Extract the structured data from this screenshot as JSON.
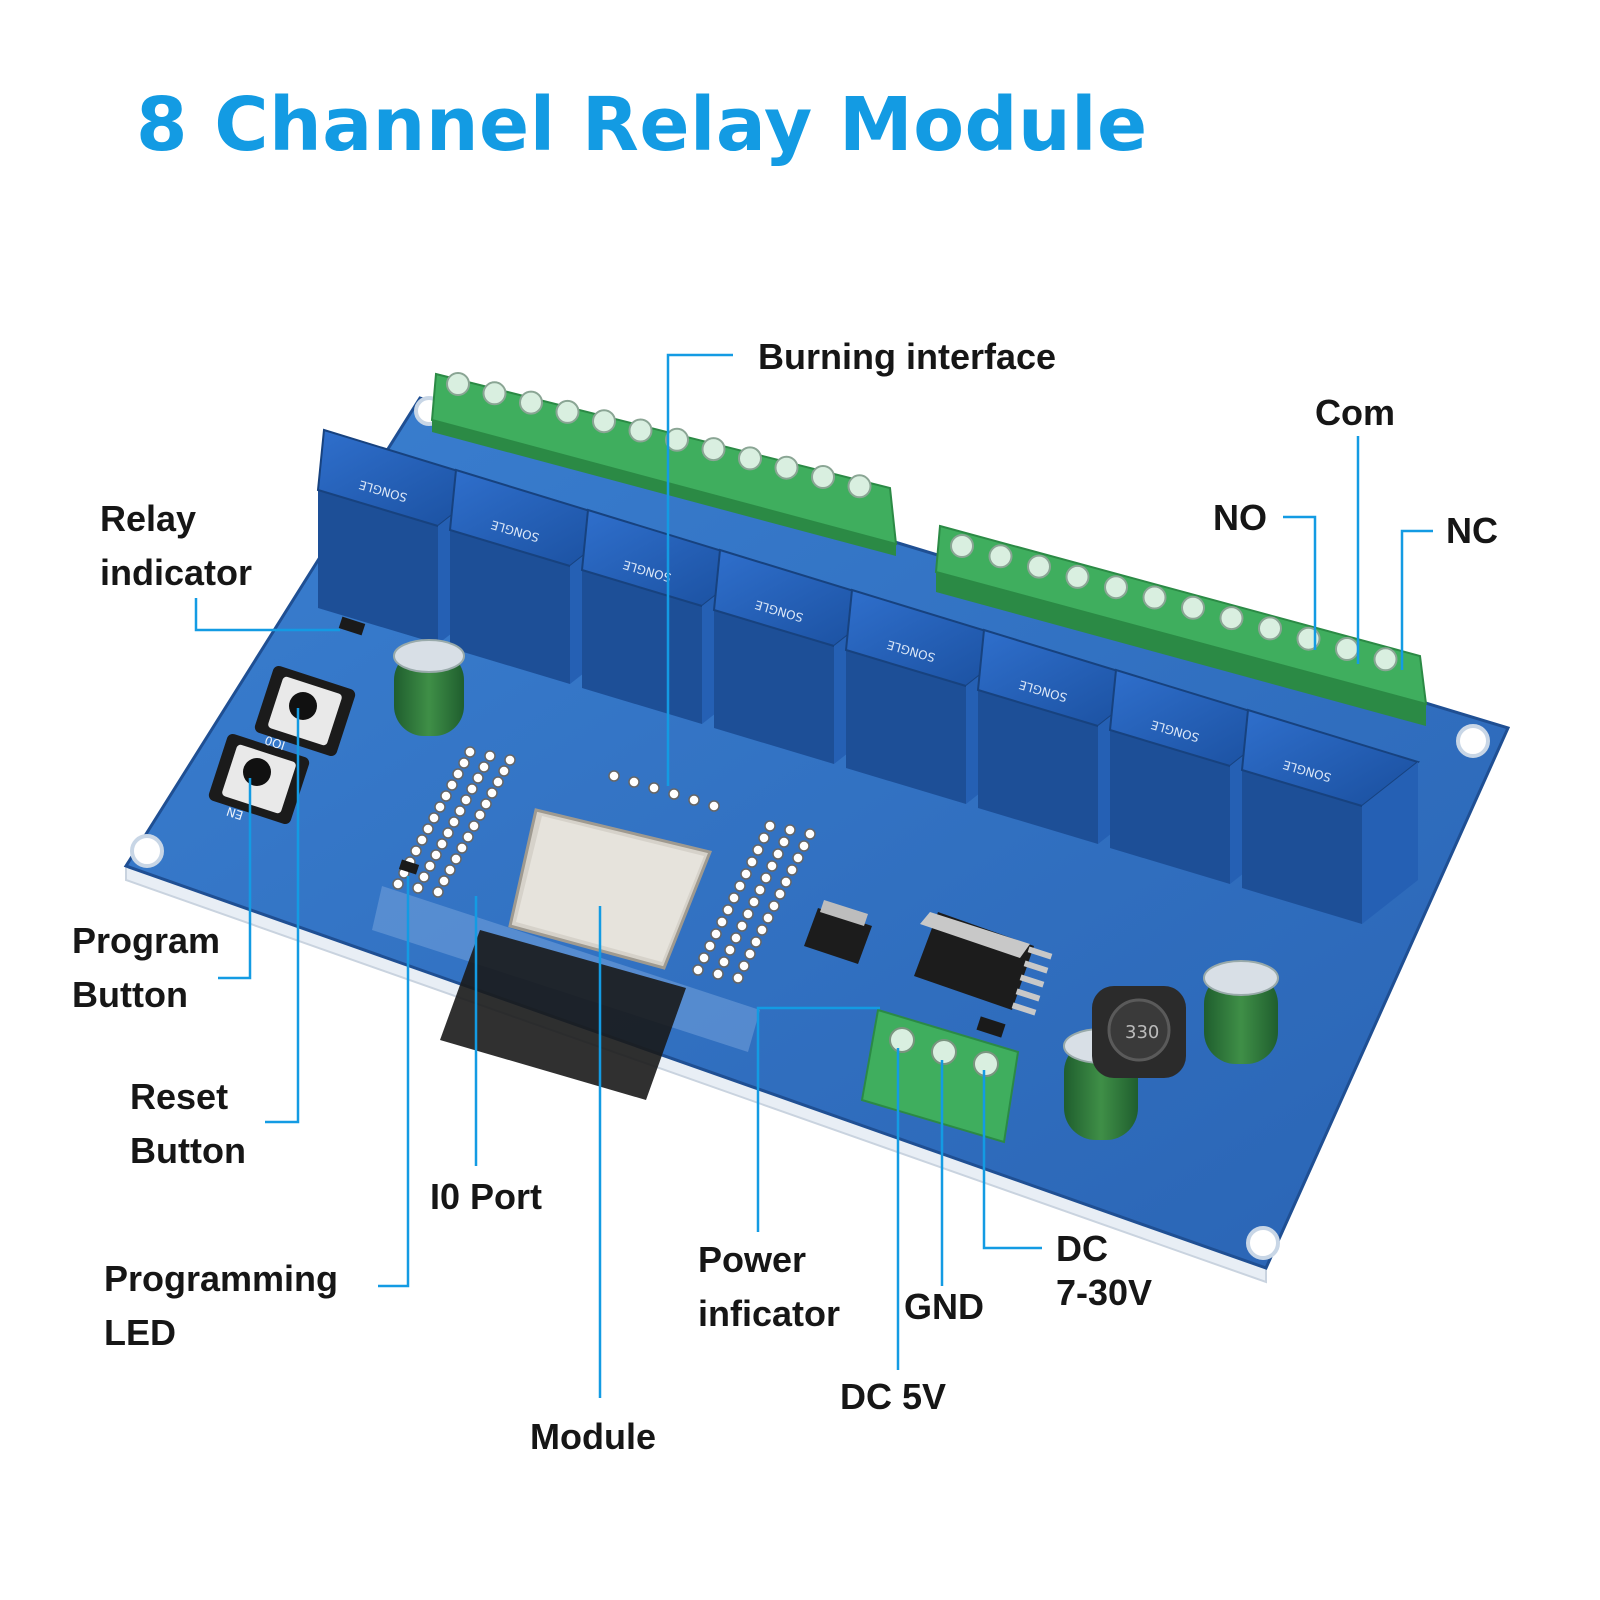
{
  "title": "8 Channel Relay Module",
  "accent_color": "#139be3",
  "board_color": "#2e6fc2",
  "callouts": {
    "burning_interface": "Burning interface",
    "com": "Com",
    "no": "NO",
    "nc": "NC",
    "relay_indicator": [
      "Relay",
      "indicator"
    ],
    "program_button": [
      "Program",
      "Button"
    ],
    "reset_button": [
      "Reset",
      "Button"
    ],
    "io_port": "I0 Port",
    "programming_led": [
      "Programming",
      "LED"
    ],
    "module": "Module",
    "power_indicator": [
      "Power",
      "inficator"
    ],
    "gnd": "GND",
    "dc_5v": "DC 5V",
    "dc_7_30v": [
      "DC",
      "7-30V"
    ]
  },
  "relay_count": 8,
  "relay_marking": "SONGLE",
  "inductor_marking": "330",
  "silkscreen": {
    "io0": "IO0",
    "en": "EN"
  }
}
